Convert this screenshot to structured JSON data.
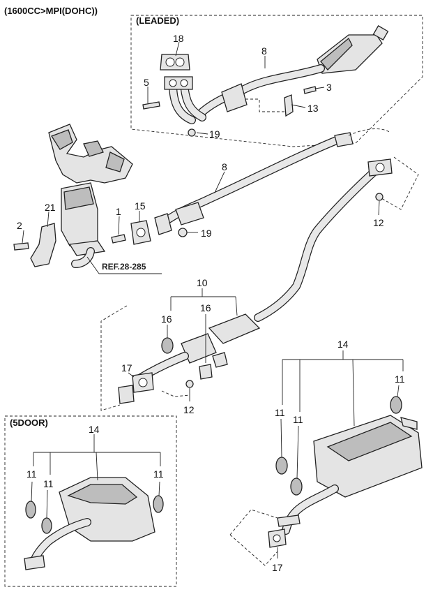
{
  "header": {
    "title": "(1600CC>MPI(DOHC))"
  },
  "boxes": {
    "leaded": "(LEADED)",
    "five_door": "(5DOOR)"
  },
  "reference": {
    "text": "REF.28-285"
  },
  "callouts": {
    "c1": "1",
    "c2": "2",
    "c3": "3",
    "c5": "5",
    "c8_top": "8",
    "c8_mid": "8",
    "c10": "10",
    "c11_a": "11",
    "c11_b": "11",
    "c11_c": "11",
    "c11_d": "11",
    "c11_e": "11",
    "c11_f": "11",
    "c12_a": "12",
    "c12_b": "12",
    "c13": "13",
    "c14_a": "14",
    "c14_b": "14",
    "c15": "15",
    "c16_a": "16",
    "c16_b": "16",
    "c17_a": "17",
    "c17_b": "17",
    "c18": "18",
    "c19_a": "19",
    "c19_b": "19",
    "c21": "21"
  }
}
